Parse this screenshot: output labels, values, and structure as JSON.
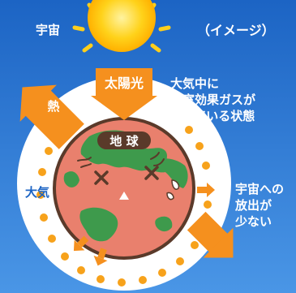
{
  "labels": {
    "space": "宇宙",
    "image_note": "（イメージ）",
    "sunlight": "太陽光",
    "heat": "熱",
    "earth": "地 球",
    "atmosphere": "大気",
    "atmosphere_note": [
      "大気中に",
      "温室効果ガスが",
      "増えている状態"
    ],
    "escape_note": [
      "宇宙への",
      "放出が",
      "少ない"
    ]
  },
  "colors": {
    "space_top": "#1c64c4",
    "space_bottom": "#3f8ee0",
    "atmosphere": "#ffffff",
    "earth_ocean": "#e9806d",
    "earth_land": "#3e9a4c",
    "earth_outline": "#5a3a2a",
    "arrow": "#f5901e",
    "sun": "#ffd21a",
    "dots": "#f7a21b",
    "label_box": "#f5901e",
    "earth_label_bg": "#5a3a2a"
  },
  "icons": {
    "sun": "sun-icon",
    "sunlight_arrow": "arrow-down-icon",
    "heat_arrow": "arrow-up-left-icon",
    "escape_arrow": "arrow-down-right-icon",
    "face": "dizzy-face-icon"
  }
}
